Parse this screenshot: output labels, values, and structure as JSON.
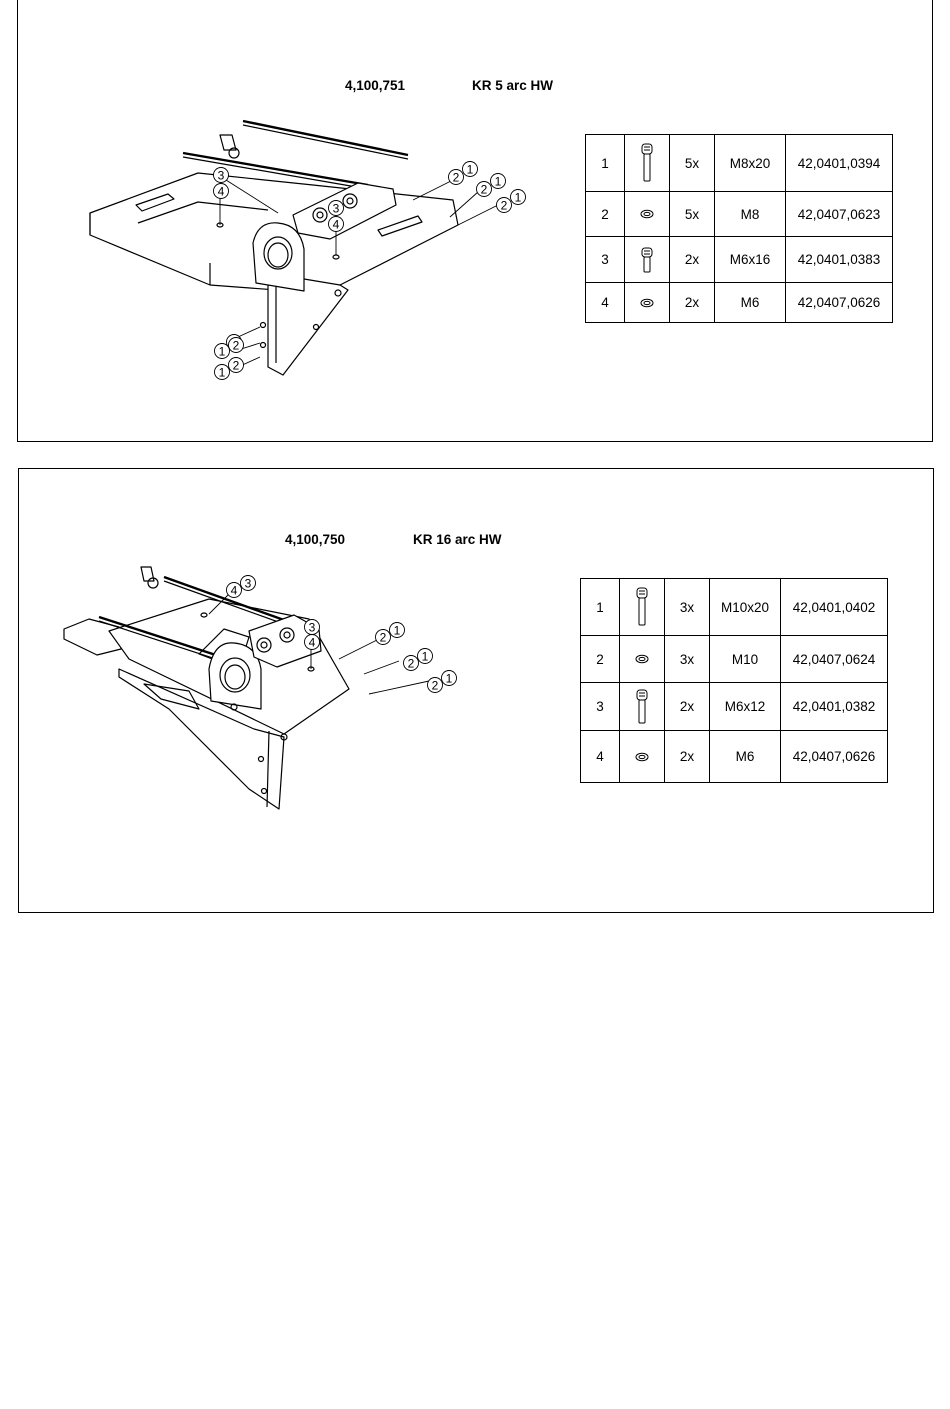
{
  "sections": [
    {
      "part_number": "4,100,751",
      "model": "KR 5 arc HW",
      "callouts": {
        "right_1": [
          "2",
          "1"
        ],
        "right_2": [
          "2",
          "1"
        ],
        "right_3": [
          "2",
          "1"
        ],
        "left_1": [
          "3"
        ],
        "left_2": [
          "4"
        ],
        "center_3": [
          "3"
        ],
        "center_4": [
          "4"
        ],
        "bottom_1": [
          "2"
        ],
        "bottom_2": [
          "1",
          "2"
        ],
        "bottom_3": [
          "1",
          "2"
        ]
      },
      "parts": [
        {
          "index": "1",
          "icon": "screw-icon",
          "qty": "5x",
          "size": "M8x20",
          "article": "42,0401,0394"
        },
        {
          "index": "2",
          "icon": "washer-icon",
          "qty": "5x",
          "size": "M8",
          "article": "42,0407,0623"
        },
        {
          "index": "3",
          "icon": "screw-icon",
          "qty": "2x",
          "size": "M6x16",
          "article": "42,0401,0383"
        },
        {
          "index": "4",
          "icon": "washer-icon",
          "qty": "2x",
          "size": "M6",
          "article": "42,0407,0626"
        }
      ]
    },
    {
      "part_number": "4,100,750",
      "model": "KR 16 arc HW",
      "callouts": {
        "top_43": [
          "4",
          "3"
        ],
        "right_1": [
          "2",
          "1"
        ],
        "right_2": [
          "2",
          "1"
        ],
        "right_3": [
          "2",
          "1"
        ],
        "center_3": [
          "3"
        ],
        "center_4": [
          "4"
        ]
      },
      "parts": [
        {
          "index": "1",
          "icon": "screw-icon",
          "qty": "3x",
          "size": "M10x20",
          "article": "42,0401,0402"
        },
        {
          "index": "2",
          "icon": "washer-icon",
          "qty": "3x",
          "size": "M10",
          "article": "42,0407,0624"
        },
        {
          "index": "3",
          "icon": "screw-icon",
          "qty": "2x",
          "size": "M6x12",
          "article": "42,0401,0382"
        },
        {
          "index": "4",
          "icon": "washer-icon",
          "qty": "2x",
          "size": "M6",
          "article": "42,0407,0626"
        }
      ]
    }
  ]
}
